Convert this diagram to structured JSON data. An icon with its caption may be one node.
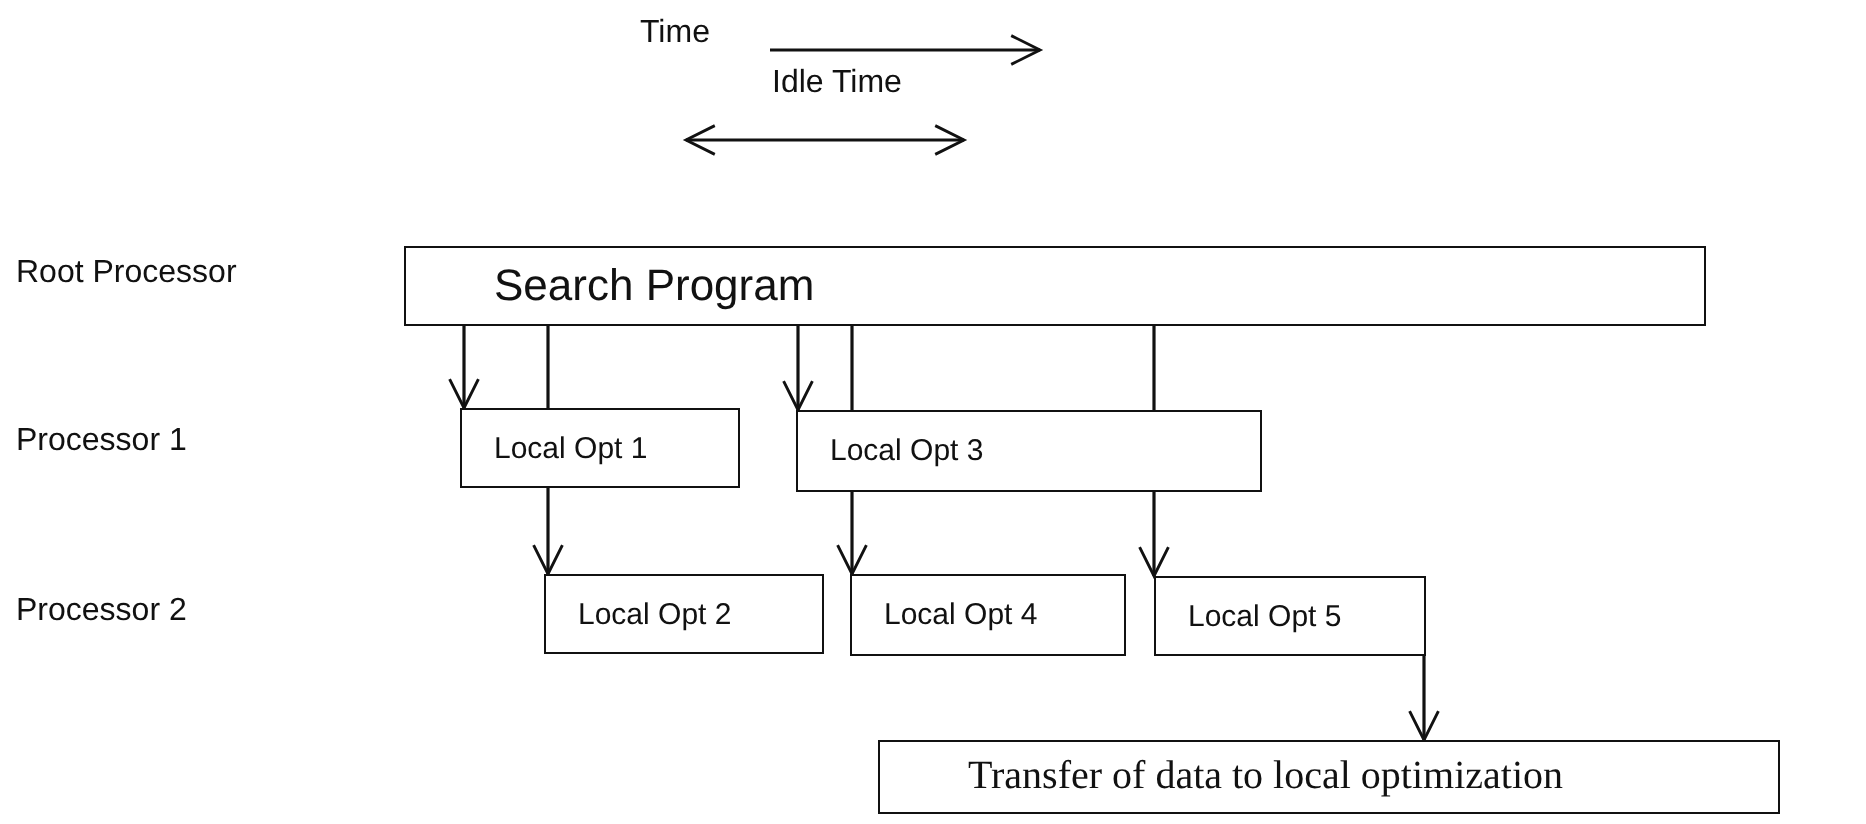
{
  "diagram": {
    "nodes": [
      {
        "text": [
          "Search Program"
        ]
      },
      {
        "text": [
          "Local Opt 1"
        ]
      },
      {
        "text": [
          "Local Opt  3"
        ]
      },
      {
        "text": [
          "Local Opt 2"
        ]
      },
      {
        "text": [
          "Local Opt 4"
        ]
      },
      {
        "text": [
          "Local Opt 5"
        ]
      },
      {
        "text": [
          "Transfer of data to local optimization"
        ]
      }
    ],
    "edges": [
      {
        "from": 0,
        "to": 1,
        "arrow": "to"
      },
      {
        "from": 1,
        "to": 0,
        "arrow": "none"
      },
      {
        "from": 0,
        "to": 2,
        "arrow": "to"
      },
      {
        "from": 2,
        "to": 0,
        "arrow": "none"
      },
      {
        "from": 2,
        "to": 0,
        "arrow": "none"
      },
      {
        "from": 1,
        "to": 3,
        "arrow": "to"
      },
      {
        "from": 2,
        "to": 4,
        "arrow": "to"
      },
      {
        "from": 2,
        "to": 5,
        "arrow": "to"
      },
      {
        "from": 5,
        "to": 6,
        "arrow": "to"
      }
    ],
    "labels": [
      "Time",
      "Idle Time",
      "Root Processor",
      "Processor 1",
      "Processor 2"
    ]
  }
}
